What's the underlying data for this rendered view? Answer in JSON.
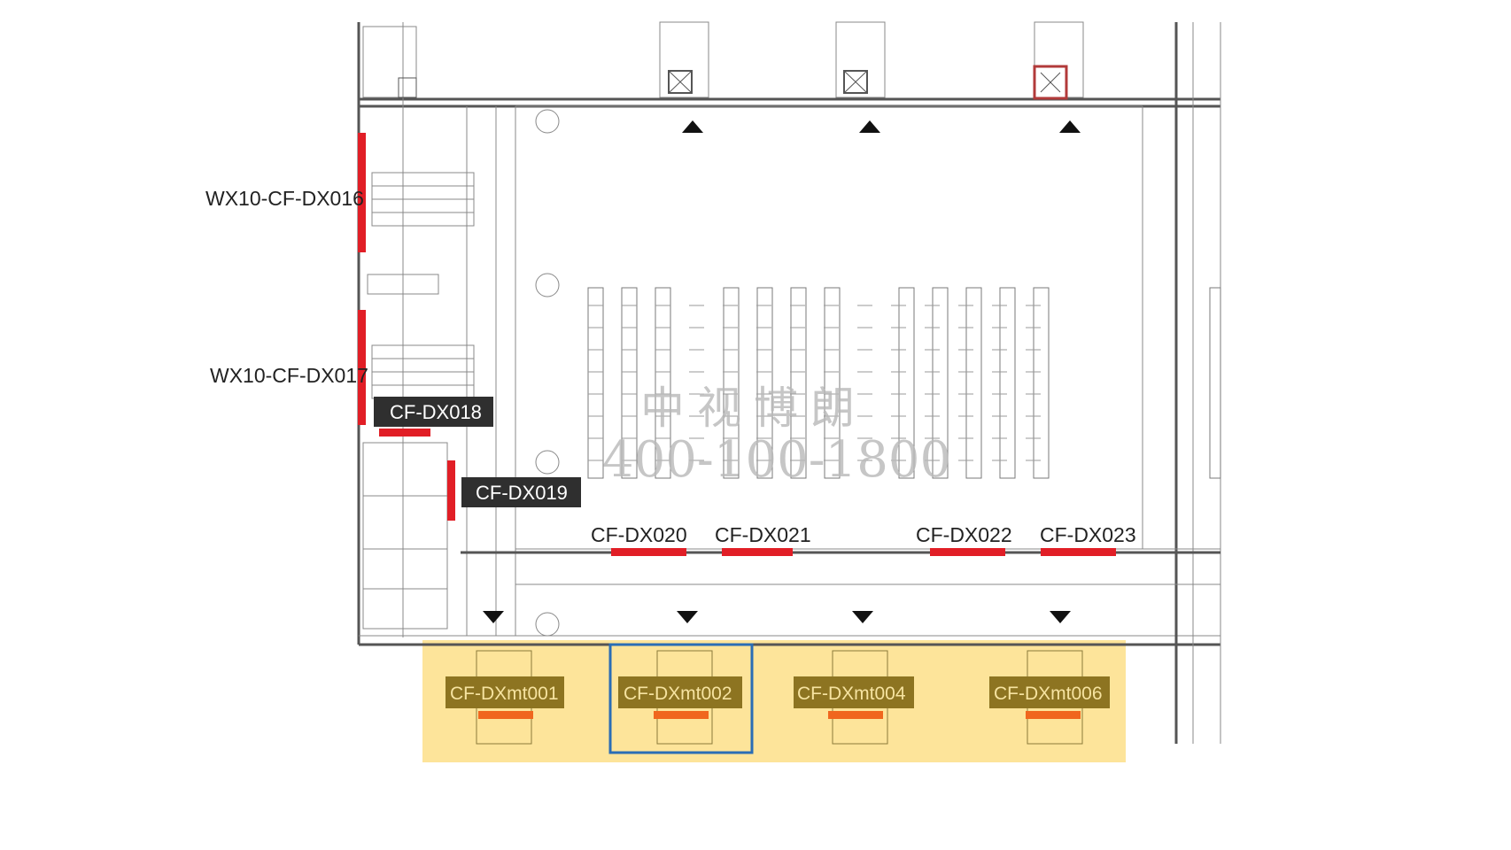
{
  "labels": {
    "dx016": "WX10-CF-DX016",
    "dx017": "WX10-CF-DX017",
    "dx018": "CF-DX018",
    "dx019": "CF-DX019",
    "dx020": "CF-DX020",
    "dx021": "CF-DX021",
    "dx022": "CF-DX022",
    "dx023": "CF-DX023",
    "mt001": "CF-DXmt001",
    "mt002": "CF-DXmt002",
    "mt004": "CF-DXmt004",
    "mt006": "CF-DXmt006"
  },
  "watermark": {
    "name": "中视博朗",
    "phone": "400-100-1800"
  },
  "colors": {
    "highlight_band": "#fde49a",
    "ad_red": "#e11e26",
    "ad_orange": "#f0661e",
    "selection": "#2a6db5",
    "dark_tag": "#2f2f2f",
    "gold_tag": "#8d7421"
  }
}
